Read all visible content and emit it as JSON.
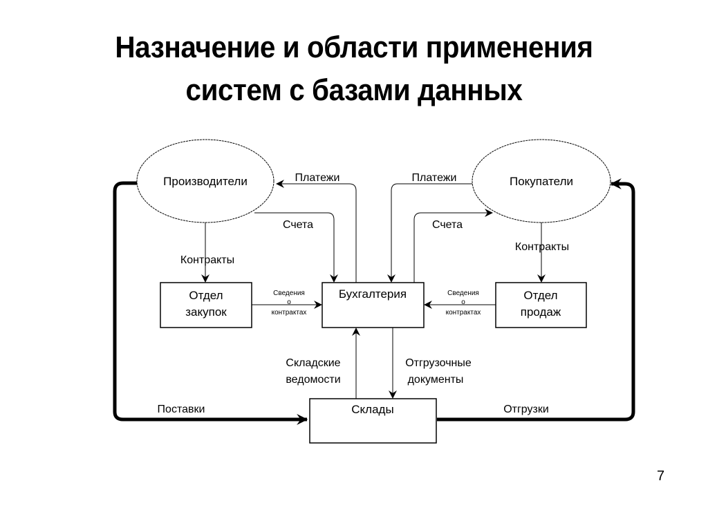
{
  "slide": {
    "title_lines": [
      "Назначение и области применения",
      "систем с базами данных"
    ],
    "page_number": "7"
  },
  "diagram": {
    "nodes": {
      "producers": {
        "label": "Производители",
        "shape": "ellipse"
      },
      "buyers": {
        "label": "Покупатели",
        "shape": "ellipse"
      },
      "purchasing": {
        "label_lines": [
          "Отдел",
          "закупок"
        ],
        "shape": "rect"
      },
      "accounting": {
        "label": "Бухгалтерия",
        "shape": "rect"
      },
      "sales": {
        "label_lines": [
          "Отдел",
          "продаж"
        ],
        "shape": "rect"
      },
      "warehouses": {
        "label": "Склады",
        "shape": "rect"
      }
    },
    "edges": {
      "payments_left": {
        "label": "Платежи",
        "from": "accounting",
        "to": "producers"
      },
      "invoices_left": {
        "label": "Счета",
        "from": "producers",
        "to": "accounting"
      },
      "contracts_left": {
        "label": "Контракты",
        "from": "producers",
        "to": "purchasing"
      },
      "payments_right": {
        "label": "Платежи",
        "from": "buyers",
        "to": "accounting"
      },
      "invoices_right": {
        "label": "Счета",
        "from": "accounting",
        "to": "buyers"
      },
      "contracts_right": {
        "label": "Контракты",
        "from": "buyers",
        "to": "sales"
      },
      "contract_info_left": {
        "label_lines": [
          "Сведения",
          "о",
          "контрактах"
        ],
        "from": "purchasing",
        "to": "accounting"
      },
      "contract_info_right": {
        "label_lines": [
          "Сведения",
          "о",
          "контрактах"
        ],
        "from": "sales",
        "to": "accounting"
      },
      "warehouse_reports": {
        "label_lines": [
          "Складские",
          "ведомости"
        ],
        "from": "warehouses",
        "to": "accounting"
      },
      "shipping_docs": {
        "label_lines": [
          "Отгрузочные",
          "документы"
        ],
        "from": "accounting",
        "to": "warehouses"
      },
      "supplies": {
        "label": "Поставки",
        "from": "producers",
        "to": "warehouses"
      },
      "shipments": {
        "label": "Отгрузки",
        "from": "warehouses",
        "to": "buyers"
      }
    }
  }
}
